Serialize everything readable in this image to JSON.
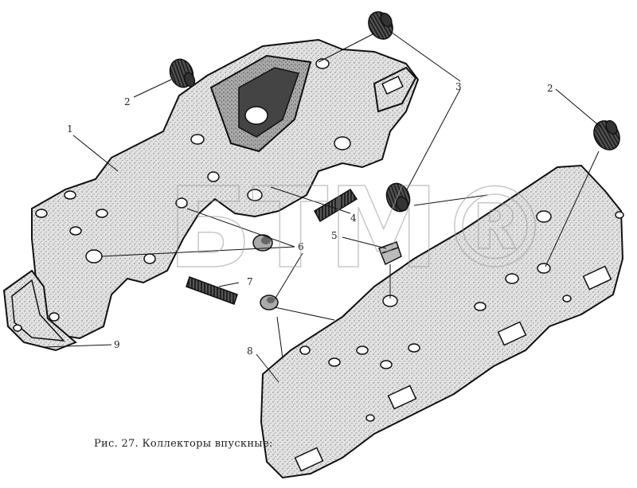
{
  "caption": "Рис. 27. Коллекторы впускные:",
  "watermark": "БТМ®",
  "callouts": {
    "c1": "1",
    "c2a": "2",
    "c2b": "2",
    "c3": "3",
    "c4": "4",
    "c5": "5",
    "c6": "6",
    "c7": "7",
    "c8": "8",
    "c9": "9"
  }
}
